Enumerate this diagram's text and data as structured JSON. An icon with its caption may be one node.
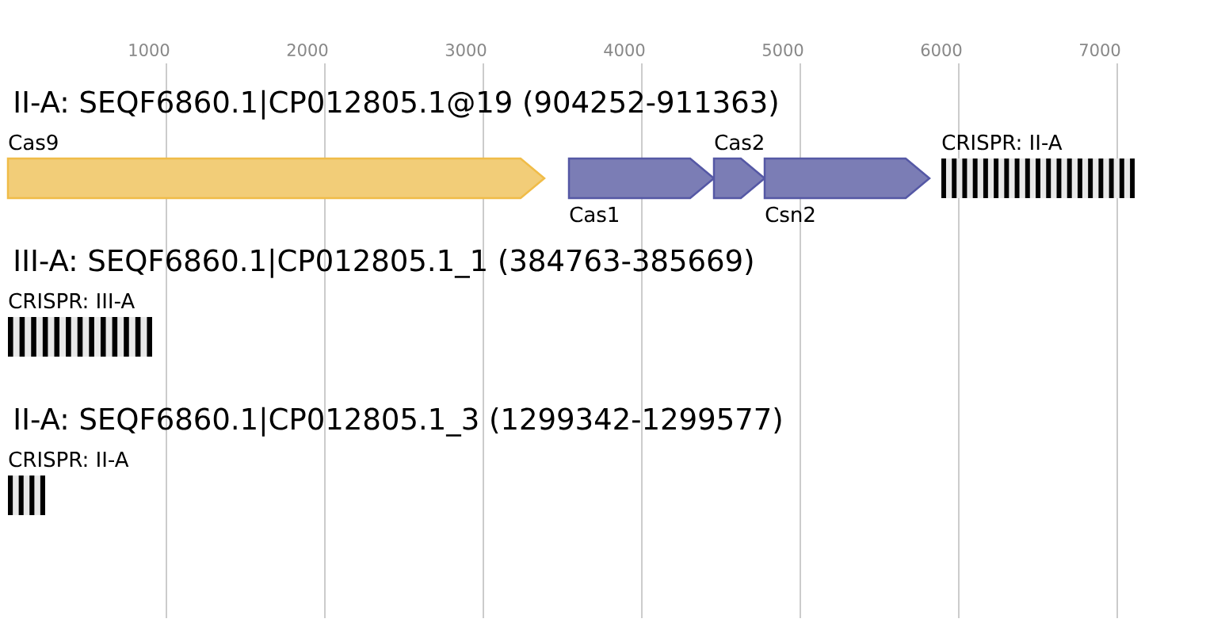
{
  "diagram": {
    "nodes": [
      {
        "text": [
          "Cas9"
        ]
      },
      {
        "text": [
          "Cas1"
        ]
      },
      {
        "text": [
          "Cas2"
        ]
      },
      {
        "text": [
          "Csn2"
        ]
      },
      {
        "text": [
          "CRISPR: II-A"
        ]
      },
      {
        "text": [
          "CRISPR: III-A"
        ]
      },
      {
        "text": [
          "CRISPR: II-A"
        ]
      }
    ],
    "labels": [
      "1000",
      "2000",
      "3000",
      "4000",
      "5000",
      "6000",
      "7000",
      "II-A: SEQF6860.1|CP012805.1@19 (904252-911363)",
      "III-A: SEQF6860.1|CP012805.1_1 (384763-385669)",
      "II-A: SEQF6860.1|CP012805.1_3 (1299342-1299577)"
    ]
  }
}
